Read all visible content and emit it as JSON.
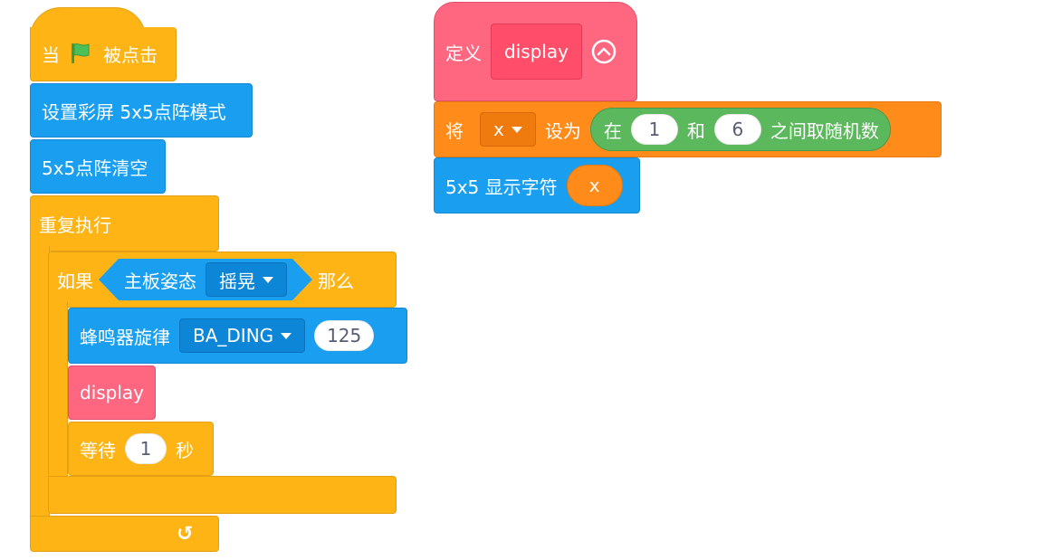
{
  "script1": {
    "hat": {
      "prefix": "当",
      "suffix": "被点击",
      "flag_color": "#4cbf56"
    },
    "set_mode": {
      "label": "设置彩屏 5x5点阵模式"
    },
    "clear": {
      "label": "5x5点阵清空"
    },
    "forever": {
      "label": "重复执行",
      "loop_arrow": "↺"
    },
    "if_block": {
      "if_label": "如果",
      "then_label": "那么",
      "condition": {
        "label": "主板姿态",
        "dropdown": "摇晃"
      }
    },
    "buzzer": {
      "label": "蜂鸣器旋律",
      "dropdown": "BA_DING",
      "value": "125"
    },
    "call_display": {
      "label": "display"
    },
    "wait": {
      "label": "等待",
      "value": "1",
      "unit": "秒"
    }
  },
  "script2": {
    "define": {
      "label": "定义",
      "name": "display"
    },
    "set_var": {
      "label": "将",
      "variable": "x",
      "to_label": "设为",
      "random": {
        "prefix": "在",
        "from": "1",
        "and_label": "和",
        "to": "6",
        "suffix": "之间取随机数"
      }
    },
    "show_char": {
      "label": "5x5 显示字符",
      "value": "x"
    }
  },
  "colors": {
    "events": "#fdb414",
    "control": "#fdb414",
    "board": "#1a9ff0",
    "variables": "#ff8c1a",
    "operators": "#5cb85c",
    "my_blocks": "#ff6680"
  }
}
